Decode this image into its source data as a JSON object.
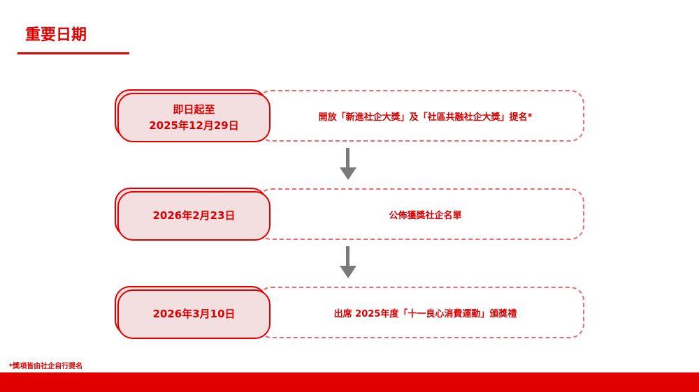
{
  "title": "重要日期",
  "timeline": [
    {
      "date_lines": [
        "即日起至",
        "2025年12月29日"
      ],
      "description": "開放「新進社企大獎」及「社區共融社企大獎」提名*"
    },
    {
      "date_lines": [
        "2026年2月23日"
      ],
      "description": "公佈獲獎社企名單"
    },
    {
      "date_lines": [
        "2026年3月10日"
      ],
      "description": "出席 2025年度「十一良心消費運動」頒獎禮"
    }
  ],
  "footnote": "*獎項皆由社企自行提名",
  "colors": {
    "accent": "#e00000",
    "pill_fill": "#f4dfe0",
    "dashed": "#ee6a6e",
    "arrow": "#7a7a7a"
  }
}
